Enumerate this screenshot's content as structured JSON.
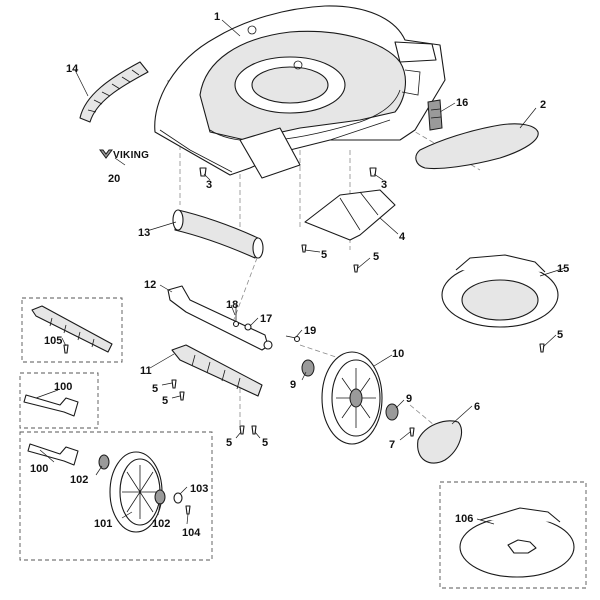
{
  "brand": {
    "text": "VIKING"
  },
  "callouts": [
    {
      "id": "1",
      "text": "1"
    },
    {
      "id": "2",
      "text": "2"
    },
    {
      "id": "3a",
      "text": "3"
    },
    {
      "id": "3b",
      "text": "3"
    },
    {
      "id": "4",
      "text": "4"
    },
    {
      "id": "5a",
      "text": "5"
    },
    {
      "id": "5b",
      "text": "5"
    },
    {
      "id": "5c",
      "text": "5"
    },
    {
      "id": "5d",
      "text": "5"
    },
    {
      "id": "5e",
      "text": "5"
    },
    {
      "id": "5f",
      "text": "5"
    },
    {
      "id": "5g",
      "text": "5"
    },
    {
      "id": "6",
      "text": "6"
    },
    {
      "id": "7",
      "text": "7"
    },
    {
      "id": "9a",
      "text": "9"
    },
    {
      "id": "9b",
      "text": "9"
    },
    {
      "id": "10",
      "text": "10"
    },
    {
      "id": "11",
      "text": "11"
    },
    {
      "id": "12",
      "text": "12"
    },
    {
      "id": "13",
      "text": "13"
    },
    {
      "id": "14",
      "text": "14"
    },
    {
      "id": "15",
      "text": "15"
    },
    {
      "id": "16",
      "text": "16"
    },
    {
      "id": "17",
      "text": "17"
    },
    {
      "id": "18",
      "text": "18"
    },
    {
      "id": "19",
      "text": "19"
    },
    {
      "id": "20",
      "text": "20"
    },
    {
      "id": "100a",
      "text": "100"
    },
    {
      "id": "100b",
      "text": "100"
    },
    {
      "id": "101",
      "text": "101"
    },
    {
      "id": "102a",
      "text": "102"
    },
    {
      "id": "102b",
      "text": "102"
    },
    {
      "id": "103",
      "text": "103"
    },
    {
      "id": "104",
      "text": "104"
    },
    {
      "id": "105",
      "text": "105"
    },
    {
      "id": "106",
      "text": "106"
    }
  ]
}
